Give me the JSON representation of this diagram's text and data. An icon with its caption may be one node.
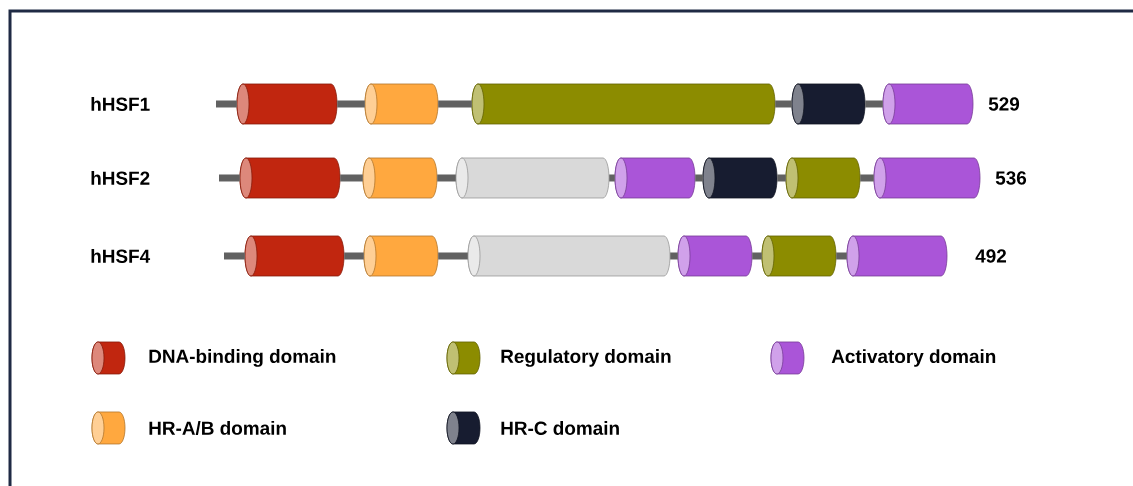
{
  "diagram": {
    "nodes": [
      {
        "text": [],
        "shape": "cylinder"
      },
      {
        "text": [],
        "shape": "cylinder"
      },
      {
        "text": [],
        "shape": "cylinder"
      },
      {
        "text": [],
        "shape": "cylinder"
      },
      {
        "text": [],
        "shape": "cylinder"
      },
      {
        "text": [],
        "shape": "cylinder"
      },
      {
        "text": [],
        "shape": "cylinder"
      },
      {
        "text": [],
        "shape": "cylinder"
      },
      {
        "text": [],
        "shape": "cylinder"
      },
      {
        "text": [],
        "shape": "cylinder"
      },
      {
        "text": [],
        "shape": "cylinder"
      },
      {
        "text": [],
        "shape": "cylinder"
      },
      {
        "text": [],
        "shape": "cylinder"
      },
      {
        "text": [],
        "shape": "cylinder"
      },
      {
        "text": [],
        "shape": "cylinder"
      },
      {
        "text": [],
        "shape": "cylinder"
      },
      {
        "text": [],
        "shape": "cylinder"
      },
      {
        "text": [],
        "shape": "cylinder"
      }
    ],
    "edges": [
      {
        "from": null,
        "to": 0,
        "arrow": "none"
      },
      {
        "from": 0,
        "to": 1,
        "arrow": "none"
      },
      {
        "from": 1,
        "to": 2,
        "arrow": "none"
      },
      {
        "from": 2,
        "to": 3,
        "arrow": "none"
      },
      {
        "from": 3,
        "to": 4,
        "arrow": "none"
      },
      {
        "from": null,
        "to": 5,
        "arrow": "none"
      },
      {
        "from": 5,
        "to": 6,
        "arrow": "none"
      },
      {
        "from": 6,
        "to": 7,
        "arrow": "none"
      },
      {
        "from": 7,
        "to": 8,
        "arrow": "none"
      },
      {
        "from": 8,
        "to": 9,
        "arrow": "none"
      },
      {
        "from": 9,
        "to": 10,
        "arrow": "none"
      },
      {
        "from": 10,
        "to": 11,
        "arrow": "none"
      },
      {
        "from": null,
        "to": 12,
        "arrow": "none"
      },
      {
        "from": 12,
        "to": 13,
        "arrow": "none"
      },
      {
        "from": 13,
        "to": 14,
        "arrow": "none"
      },
      {
        "from": 14,
        "to": 15,
        "arrow": "none"
      },
      {
        "from": 15,
        "to": 16,
        "arrow": "none"
      },
      {
        "from": 16,
        "to": 17,
        "arrow": "none"
      }
    ],
    "labels": [
      "hHSF1",
      "529",
      "hHSF2",
      "536",
      "hHSF4",
      "492"
    ],
    "legend": [
      {
        "text": "DNA-binding domain",
        "color": "#c1260f"
      },
      {
        "text": "Regulatory domain",
        "color": "#8c8c00"
      },
      {
        "text": "Activatory domain",
        "color": "#aa55d8"
      },
      {
        "text": "HR-A/B domain",
        "color": "#ffa83f"
      },
      {
        "text": "HR-C domain",
        "color": "#171c30"
      }
    ]
  }
}
